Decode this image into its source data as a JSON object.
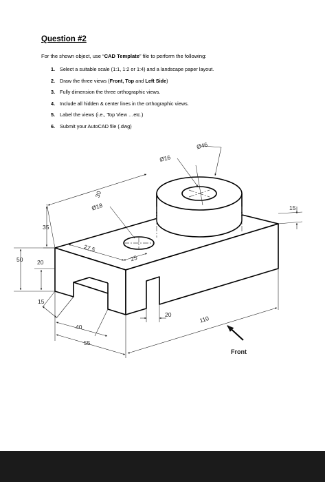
{
  "question": {
    "title": "Question #2",
    "intro_pre": "For the shown object, use “",
    "intro_bold": "CAD Template",
    "intro_post": "” file to perform the following:",
    "items": [
      {
        "num": "1.",
        "text": "Select a suitable scale (1:1, 1:2 or 1:4) and a landscape paper layout."
      },
      {
        "num": "2.",
        "pre": "Draw the three views (",
        "b1": "Front, Top",
        "mid": " and ",
        "b2": "Left Side",
        "post": ")"
      },
      {
        "num": "3.",
        "text": "Fully dimension the three orthographic views."
      },
      {
        "num": "4.",
        "text": "Include all hidden & center lines in the orthographic views."
      },
      {
        "num": "5.",
        "text": "Label the views (i.e., Top View …etc.)"
      },
      {
        "num": "6.",
        "text": "Submit your AutoCAD file (.dwg)"
      }
    ]
  },
  "drawing": {
    "dims": {
      "d46": "Ø46",
      "d16": "Ø16",
      "d18": "Ø18",
      "d30": "30",
      "d27_5": "27.5",
      "d25": "25",
      "d15_top": "15",
      "d35": "35",
      "d50": "50",
      "d20": "20",
      "d15_left": "15",
      "d40": "40",
      "d55": "55",
      "d20_bottom": "20",
      "d110": "110"
    },
    "front_label": "Front"
  }
}
